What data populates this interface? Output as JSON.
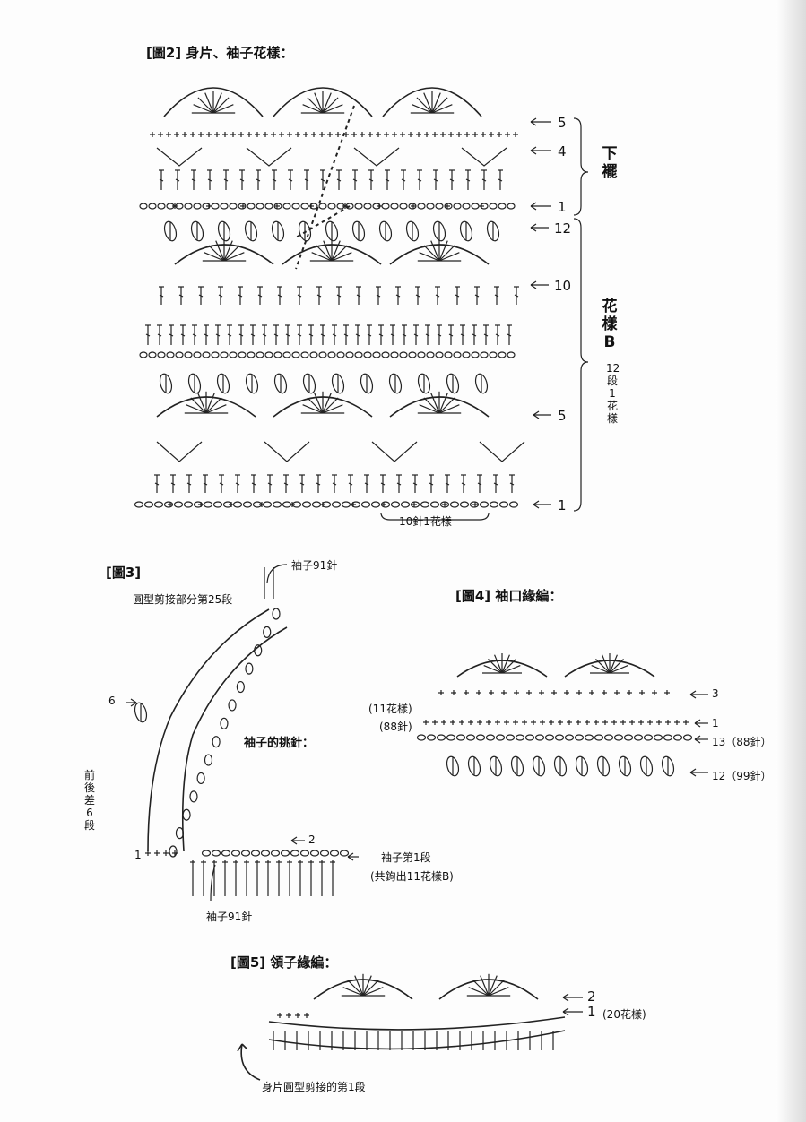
{
  "fig2": {
    "title": "[圖2] 身片、袖子花樣：",
    "row_labels": [
      "5",
      "4",
      "1",
      "12",
      "10",
      "5",
      "1"
    ],
    "section_hem": "下襬",
    "section_pattern": "花樣B",
    "repeat_note": "12段1花樣",
    "bottom_note": "10針1花樣"
  },
  "fig3": {
    "title": "[圖3]",
    "label_top": "袖子91針",
    "label_seam": "圓型剪接部分第25段",
    "label_pick": "袖子的挑針：",
    "label_side": "前後差6段",
    "row_6": "6",
    "row_1": "1",
    "row_2": "2",
    "label_row1": "袖子第1段",
    "label_total": "(共鉤出11花樣B)",
    "label_bottom": "袖子91針"
  },
  "fig4": {
    "title": "[圖4] 袖口緣編：",
    "left_top": "(11花樣)",
    "left_mid": "(88針)",
    "r3": "3",
    "r1": "1",
    "r13": "13（88針）",
    "r12": "12（99針）"
  },
  "fig5": {
    "title": "[圖5] 領子緣編：",
    "r2": "2",
    "r1": "1",
    "note": "(20花樣)",
    "bottom": "身片圓型剪接的第1段"
  }
}
